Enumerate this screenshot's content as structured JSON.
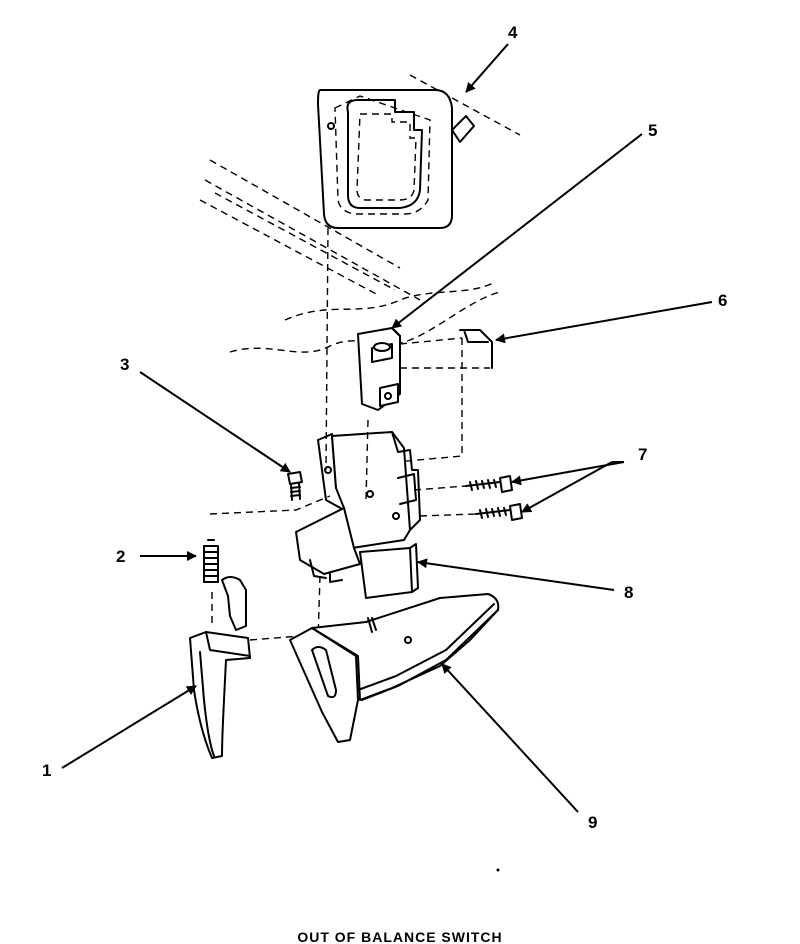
{
  "callouts": {
    "c1": "1",
    "c2": "2",
    "c3": "3",
    "c4": "4",
    "c5": "5",
    "c6": "6",
    "c7": "7",
    "c8": "8",
    "c9": "9"
  },
  "caption": "OUT OF BALANCE SWITCH"
}
